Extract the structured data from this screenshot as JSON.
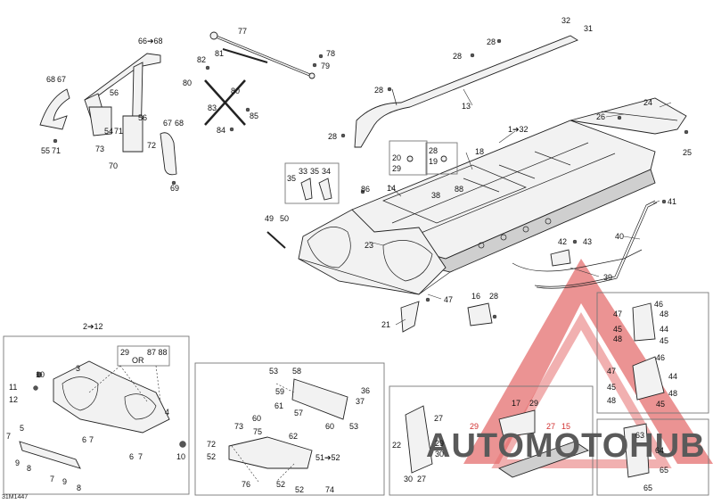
{
  "diagram_code": "31M1447",
  "watermark": {
    "text": "AUTOMOTOHUB",
    "color": "#d94a4a",
    "text_color": "#5a5a5a"
  },
  "callouts": {
    "c1_32": "1➔32",
    "c2_12": "2➔12",
    "c3": "3",
    "c4": "4",
    "c5": "5",
    "c6a": "6",
    "c6b": "6",
    "c7a": "7",
    "c7b": "7",
    "c7c": "7",
    "c7d": "7",
    "c8a": "8",
    "c8b": "8",
    "c9a": "9",
    "c9b": "9",
    "c10a": "10",
    "c10b": "10",
    "c11": "11",
    "c12": "12",
    "c13": "13",
    "c14": "14",
    "c15": "15",
    "c16": "16",
    "c17": "17",
    "c18": "18",
    "c19": "19",
    "c20": "20",
    "c21": "21",
    "c22": "22",
    "c23": "23",
    "c24": "24",
    "c25": "25",
    "c26": "26",
    "c27a": "27",
    "c27b": "27",
    "c27c": "27",
    "c28a": "28",
    "c28b": "28",
    "c28c": "28",
    "c28d": "28",
    "c28e": "28",
    "c28f": "28",
    "c29a": "29",
    "c29b": "29",
    "c29c": "29",
    "c29d": "29",
    "c30a": "30",
    "c30b": "30",
    "c31": "31",
    "c32": "32",
    "c33": "33",
    "c34": "34",
    "c35a": "35",
    "c35b": "35",
    "c36": "36",
    "c37": "37",
    "c38": "38",
    "c39": "39",
    "c40": "40",
    "c41": "41",
    "c42": "42",
    "c43": "43",
    "c44a": "44",
    "c44b": "44",
    "c45a": "45",
    "c45b": "45",
    "c45c": "45",
    "c45d": "45",
    "c46a": "46",
    "c46b": "46",
    "c47a": "47",
    "c47b": "47",
    "c47c": "47",
    "c48a": "48",
    "c48b": "48",
    "c48c": "48",
    "c48d": "48",
    "c49": "49",
    "c50": "50",
    "c51_52": "51➔52",
    "c52a": "52",
    "c52b": "52",
    "c53a": "53",
    "c53b": "53",
    "c54": "54",
    "c55": "55",
    "c56a": "56",
    "c56b": "56",
    "c57": "57",
    "c58": "58",
    "c59": "59",
    "c60a": "60",
    "c60b": "60",
    "c61": "61",
    "c62": "62",
    "c63": "63",
    "c64": "64",
    "c65a": "65",
    "c65b": "65",
    "c66_68": "66➔68",
    "c67a": "67",
    "c67b": "67",
    "c68a": "68",
    "c68b": "68",
    "c69": "69",
    "c70": "70",
    "c71a": "71",
    "c71b": "71",
    "c72a": "72",
    "c72b": "72",
    "c73a": "73",
    "c73b": "73",
    "c74": "74",
    "c75": "75",
    "c76": "76",
    "c77": "77",
    "c78": "78",
    "c79": "79",
    "c80a": "80",
    "c80b": "80",
    "c81": "81",
    "c82": "82",
    "c83": "83",
    "c84": "84",
    "c85": "85",
    "c86": "86",
    "c87_88": "87 88",
    "c88": "88",
    "c29_or": "29",
    "or_word": "OR"
  }
}
